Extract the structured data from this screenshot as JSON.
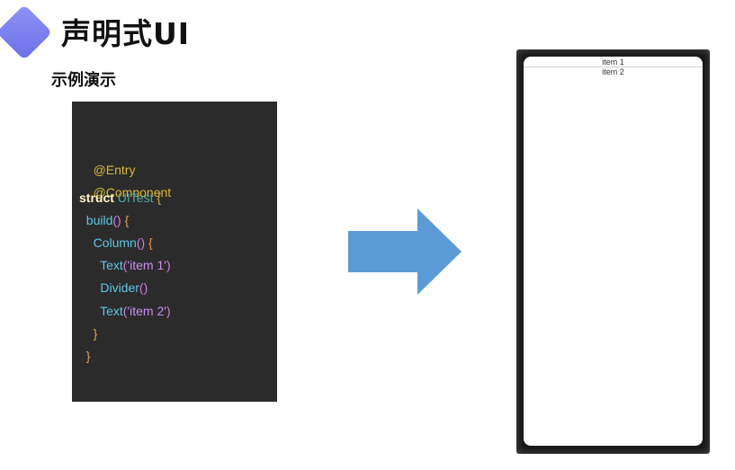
{
  "header": {
    "title": "声明式UI",
    "subtitle": "示例演示",
    "logo_icon": "diamond-logo-icon",
    "logo_color": "#7b7ff0"
  },
  "code": {
    "entry": "@Entry",
    "component": "@Component",
    "struct_kw": "struct",
    "struct_name": "UITest",
    "brace_open": " {",
    "build_fn": "build",
    "parens": "()",
    "column_fn": "Column",
    "text_fn_1": "Text",
    "paren_open": "(",
    "item1_str": "'item 1'",
    "paren_close": ")",
    "divider_fn": "Divider",
    "text_fn_2": "Text",
    "item2_str": "'item 2'",
    "brace_close": "}",
    "background": "#2b2b2b"
  },
  "arrow": {
    "icon": "right-arrow-icon",
    "color": "#5b9bd5"
  },
  "preview": {
    "item1": "item 1",
    "item2": "item 2"
  }
}
